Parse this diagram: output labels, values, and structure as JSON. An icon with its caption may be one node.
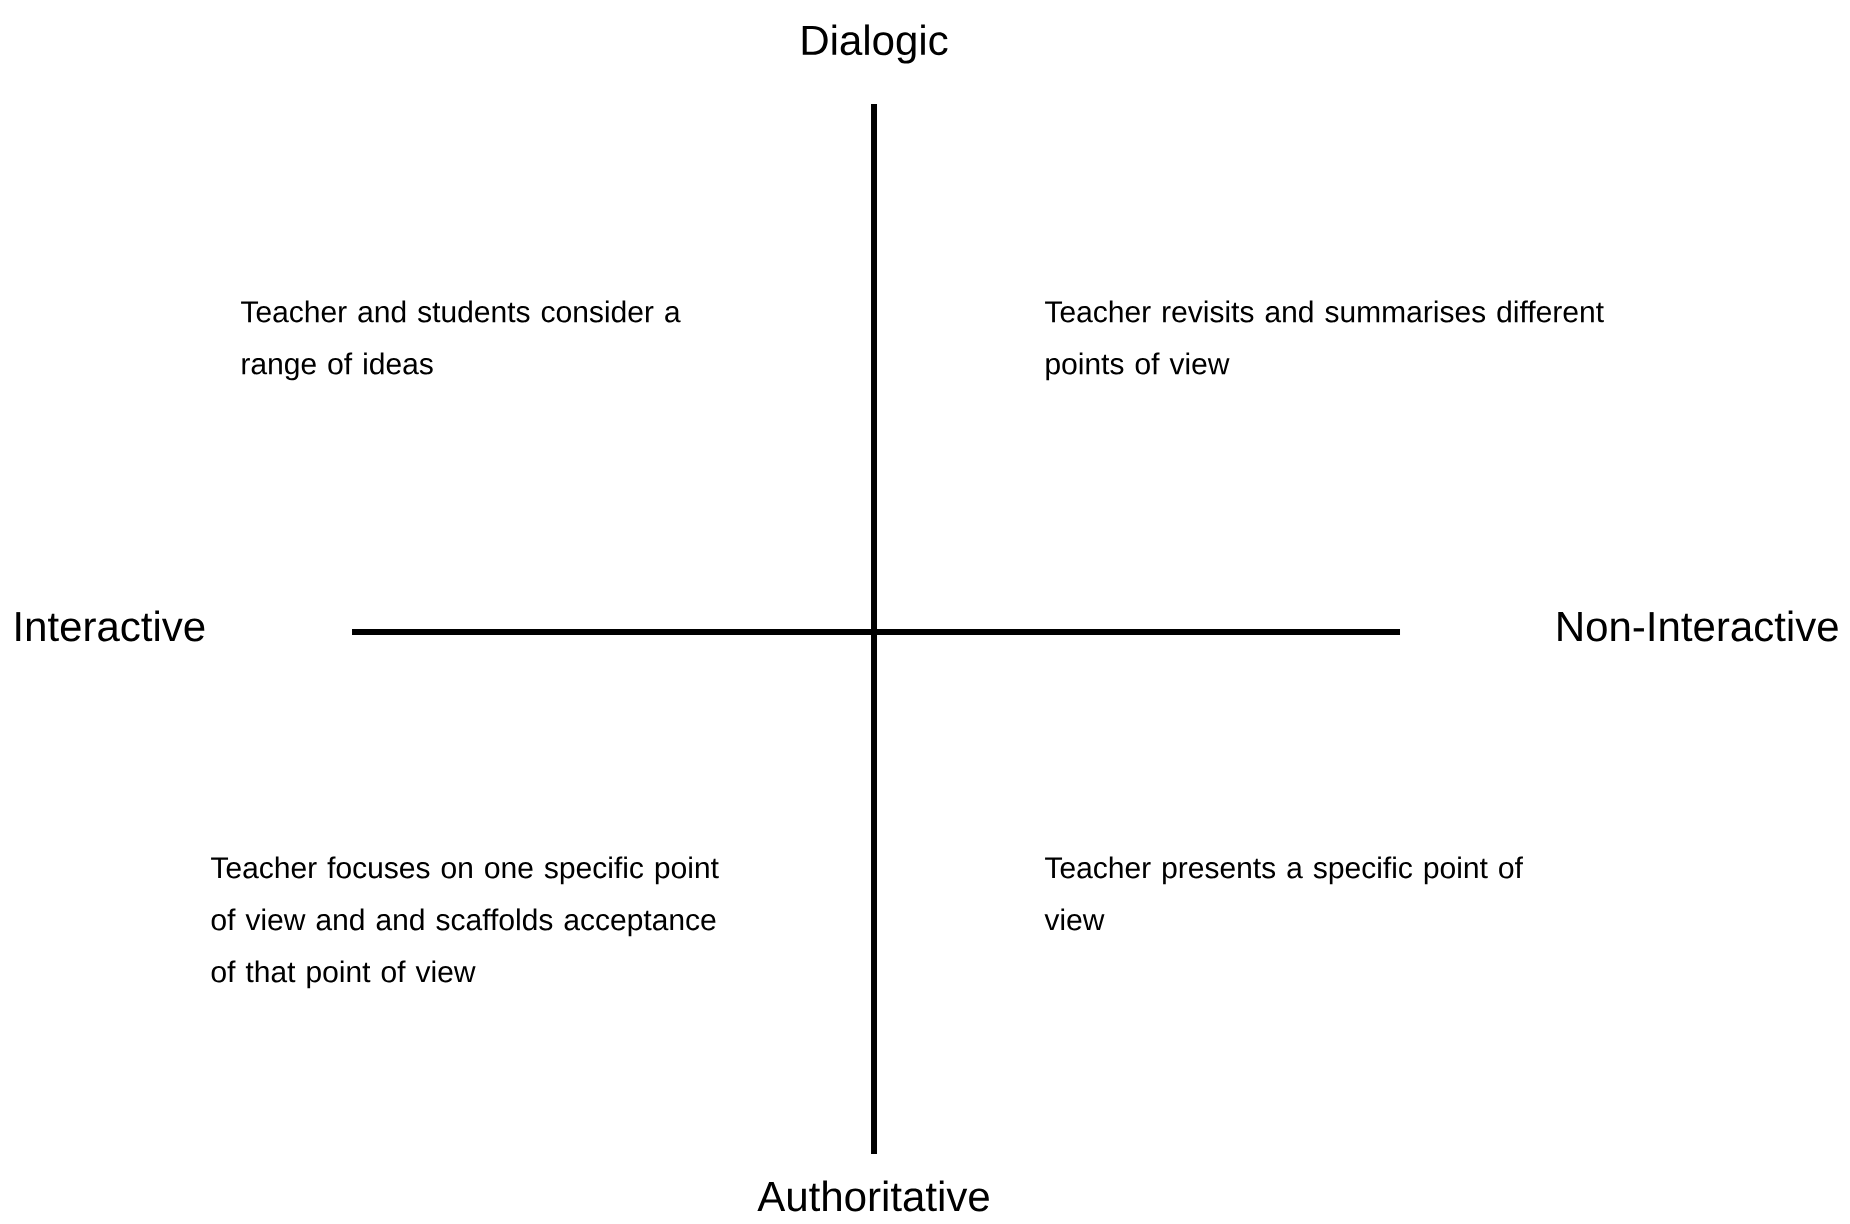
{
  "diagram": {
    "labels": [
      "Dialogic",
      "Teacher and students consider a range of ideas",
      "Teacher revisits and summarises different points of view",
      "Interactive",
      "Non-Interactive",
      "Teacher focuses on one specific point of view and and scaffolds acceptance of that point of view",
      "Teacher presents a specific point of view",
      "Authoritative"
    ]
  }
}
